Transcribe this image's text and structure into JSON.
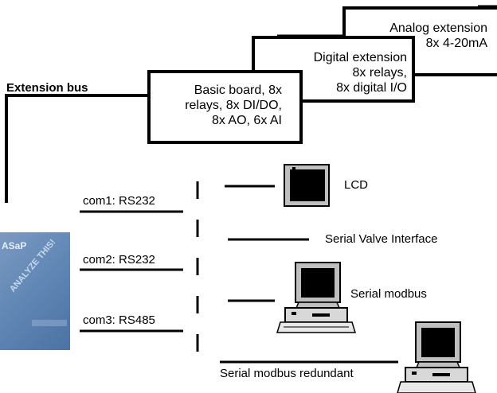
{
  "diagram": {
    "extension_bus_label": "Extension bus",
    "boxes": {
      "analog": {
        "lines": [
          "Analog extension",
          "8x 4-20mA"
        ]
      },
      "digital": {
        "lines": [
          "Digital extension",
          "8x relays,",
          "8x digital I/O"
        ]
      },
      "basic": {
        "lines": [
          "Basic board, 8x",
          "relays, 8x DI/DO,",
          "8x AO, 6x AI"
        ]
      }
    },
    "ports": {
      "com1": "com1: RS232",
      "com2": "com2: RS232",
      "com3": "com3: RS485"
    },
    "devices": {
      "lcd": "LCD",
      "serial_valve": "Serial Valve Interface",
      "serial_modbus": "Serial modbus",
      "serial_modbus_redundant": "Serial modbus redundant"
    },
    "device_panel": {
      "brand": "ASaP",
      "slogan": "ANALYZE THIS!"
    },
    "colors": {
      "panel_blue": "#5f86b4",
      "line": "#000000"
    }
  }
}
